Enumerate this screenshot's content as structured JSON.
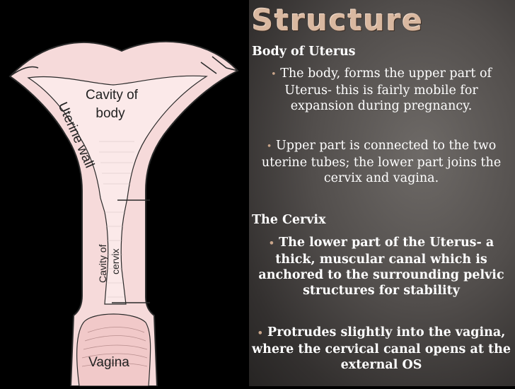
{
  "slide": {
    "title": "Structure",
    "sections": [
      {
        "heading": "Body of Uterus",
        "paragraphs": [
          "The body, forms the upper part of Uterus- this is fairly mobile for expansion during pregnancy.",
          "Upper part is connected to the two uterine tubes; the lower part joins the cervix and vagina."
        ]
      },
      {
        "heading": "The Cervix",
        "paragraphs": [
          "The lower part  of the Uterus- a thick, muscular canal which is anchored to the surrounding pelvic structures for stability",
          "Protrudes slightly into the vagina, where the cervical canal opens at the external OS"
        ]
      }
    ]
  },
  "diagram": {
    "labels": {
      "cavity_body_1": "Cavity of",
      "cavity_body_2": "body",
      "uterine_wall": "Uterine wall",
      "cavity_cervix_1": "Cavity of",
      "cavity_cervix_2": "cervix",
      "vagina": "Vagina"
    },
    "colors": {
      "tissue": "#f6dada",
      "cavity": "#fbe9e9",
      "outline": "#2a2a2a"
    }
  }
}
